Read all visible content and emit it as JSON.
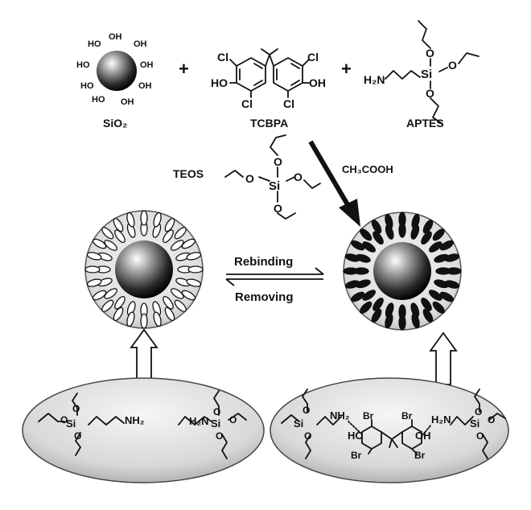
{
  "reagents": {
    "sio2": {
      "oh": "OH",
      "ho": "HO",
      "label": "SiO₂"
    },
    "plus": "+",
    "tcbpa": {
      "cl": "Cl",
      "ho": "HO",
      "oh": "OH",
      "label": "TCBPA"
    },
    "aptes": {
      "h2n": "H₂N",
      "si": "Si",
      "o": "O",
      "label": "APTES"
    }
  },
  "teos": {
    "label": "TEOS",
    "si": "Si",
    "o": "O"
  },
  "catalyst": "CH₃COOH",
  "equilibrium": {
    "forward": "Rebinding",
    "reverse": "Removing"
  },
  "surface": {
    "nh2": "NH₂",
    "h2n": "H₂N",
    "si": "Si",
    "o": "O",
    "ho": "HO",
    "oh": "OH",
    "br": "Br"
  },
  "colors": {
    "shell": "#e2e2e2",
    "ellipse": "#d9d9d9",
    "ink": "#111111"
  }
}
